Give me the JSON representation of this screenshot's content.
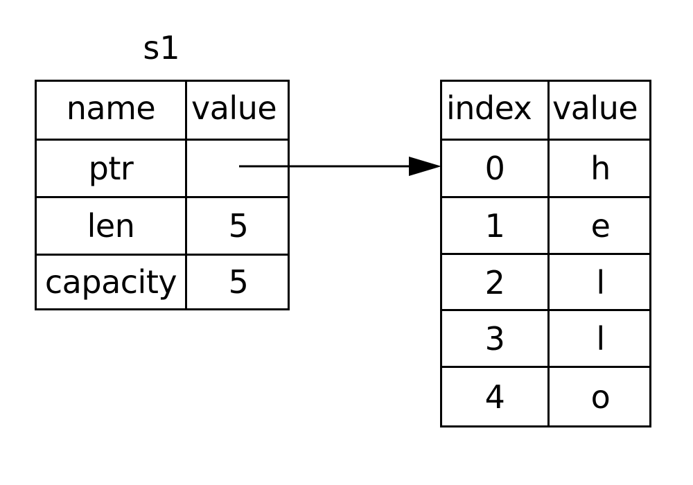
{
  "diagram": {
    "title_label": "s1",
    "pointer_icon": "arrow-right-icon",
    "line_color": "#000000",
    "background_color": "#ffffff"
  },
  "stack_table": {
    "name": "s1",
    "headers": {
      "name": "name",
      "value": "value"
    },
    "rows": [
      {
        "name": "ptr",
        "value": ""
      },
      {
        "name": "len",
        "value": "5"
      },
      {
        "name": "capacity",
        "value": "5"
      }
    ]
  },
  "heap_table": {
    "headers": {
      "index": "index",
      "value": "value"
    },
    "rows": [
      {
        "index": "0",
        "value": "h"
      },
      {
        "index": "1",
        "value": "e"
      },
      {
        "index": "2",
        "value": "l"
      },
      {
        "index": "3",
        "value": "l"
      },
      {
        "index": "4",
        "value": "o"
      }
    ]
  }
}
